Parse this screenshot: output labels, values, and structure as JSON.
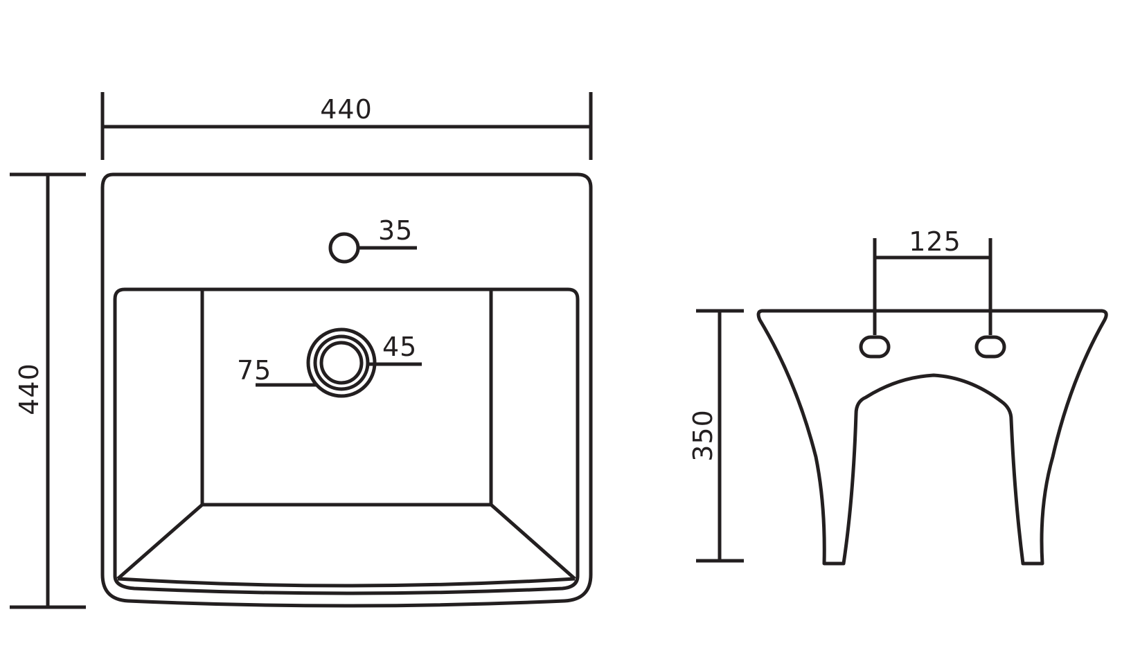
{
  "dimensions": {
    "top_width": "440",
    "top_depth": "440",
    "tap_hole": "35",
    "overflow_outer": "45",
    "waste_outer": "75",
    "fixing_centres": "125",
    "height": "350"
  }
}
